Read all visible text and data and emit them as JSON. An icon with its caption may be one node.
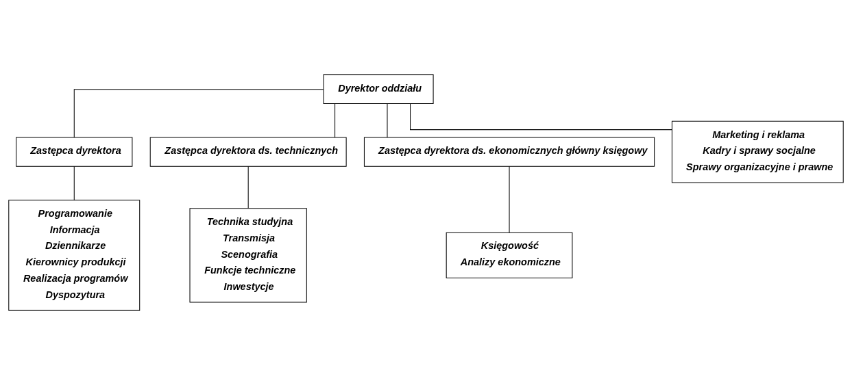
{
  "diagram": {
    "nodes": [
      {
        "text": [
          "Dyrektor oddziału"
        ]
      },
      {
        "text": [
          "Zastępca dyrektora"
        ]
      },
      {
        "text": [
          "Zastępca dyrektora ds. technicznych"
        ]
      },
      {
        "text": [
          "Zastępca dyrektora ds. ekonomicznych główny księgowy"
        ]
      },
      {
        "text": [
          "Marketing i reklama",
          "Kadry i sprawy socjalne",
          "Sprawy organizacyjne i prawne"
        ]
      },
      {
        "text": [
          "Programowanie",
          "Informacja",
          "Dziennikarze",
          "Kierownicy produkcji",
          "Realizacja programów",
          "Dyspozytura"
        ]
      },
      {
        "text": [
          "Technika studyjna",
          "Transmisja",
          "Scenografia",
          "Funkcje techniczne",
          "Inwestycje"
        ]
      },
      {
        "text": [
          "Księgowość",
          "Analizy ekonomiczne"
        ]
      }
    ],
    "edges": [
      {
        "from": 0,
        "to": 1,
        "arrow": "none"
      },
      {
        "from": 0,
        "to": 2,
        "arrow": "none"
      },
      {
        "from": 0,
        "to": 3,
        "arrow": "none"
      },
      {
        "from": 0,
        "to": 4,
        "arrow": "none"
      },
      {
        "from": 1,
        "to": 5,
        "arrow": "none"
      },
      {
        "from": 2,
        "to": 6,
        "arrow": "none"
      },
      {
        "from": 3,
        "to": 7,
        "arrow": "none"
      }
    ]
  }
}
